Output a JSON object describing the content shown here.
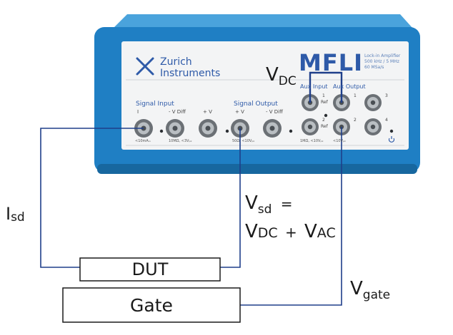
{
  "instrument": {
    "brand_line1": "Zurich",
    "brand_line2": "Instruments",
    "model": "MFLI",
    "spec_line1": "Lock-in Amplifier",
    "spec_line2": "500 kHz / 5 MHz",
    "spec_line3": "60 MSa/s",
    "signal_input_title": "Signal Input",
    "signal_input_i": "I",
    "signal_input_vdiff": "- V Diff",
    "signal_input_vplus": "+ V",
    "signal_input_i_note": "<10mAₘ",
    "signal_input_v_note": "10MΩ, <3Vₚₖ",
    "signal_output_title": "Signal Output",
    "signal_output_vplus": "+ V",
    "signal_output_vdiff": "- V Diff",
    "signal_output_note": "50Ω, <10Vₚₖ",
    "aux_input_title": "Aux Input",
    "aux_output_title": "Aux Output",
    "aux_in_1": "1",
    "aux_in_2": "2",
    "aux_ref_1": "Ref",
    "aux_ref_2": "Ref",
    "aux_out_1": "1",
    "aux_out_2": "2",
    "aux_out_3": "3",
    "aux_out_4": "4",
    "aux_input_note": "1MΩ, <10Vₚₖ",
    "aux_output_note": "<10Vₚₖ"
  },
  "labels": {
    "vdc_main": "V",
    "vdc_sub": "DC",
    "isd": "I",
    "isd_sub": "sd",
    "vsd_main": "V",
    "vsd_sub": "sd",
    "vsd_eq": "=",
    "vdc2_main": "V",
    "vdc2_sub": "DC",
    "plus": "+",
    "vac_main": "V",
    "vac_sub": "AC",
    "vgate_main": "V",
    "vgate_sub": "gate"
  },
  "boxes": {
    "dut": "DUT",
    "gate": "Gate"
  },
  "colors": {
    "casing_blue": "#1f7fc4",
    "casing_light": "#3a9ad8",
    "panel": "#f3f4f5",
    "wire": "#1f3f8a",
    "text": "#1a1a1a"
  }
}
